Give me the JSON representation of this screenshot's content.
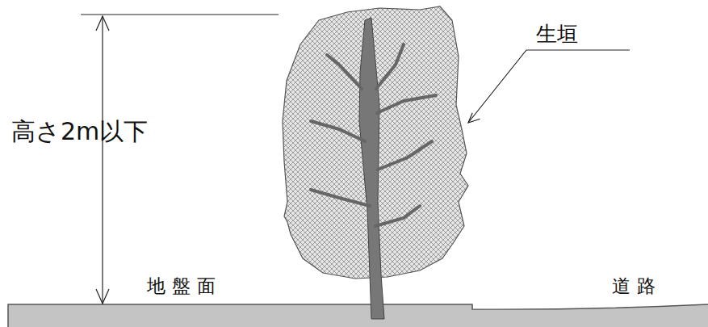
{
  "diagram": {
    "labels": [
      "高さ2m以下",
      "生垣",
      "地盤面",
      "道路"
    ]
  }
}
